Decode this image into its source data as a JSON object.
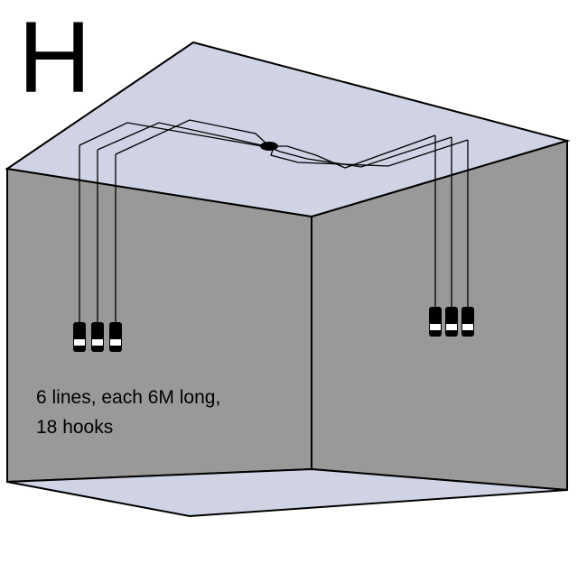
{
  "label": "H",
  "caption": {
    "line1": "6 lines, each 6M long,",
    "line2": "18 hooks"
  },
  "colors": {
    "ceiling": "#cfd3e4",
    "floor": "#cfd3e4",
    "wall": "#999999",
    "edge": "#000000",
    "cable": "#000000",
    "lamp_body": "#000000",
    "lamp_band": "#ffffff"
  },
  "icons": [
    "ceiling-hub-icon",
    "pendant-lamp-icon"
  ]
}
